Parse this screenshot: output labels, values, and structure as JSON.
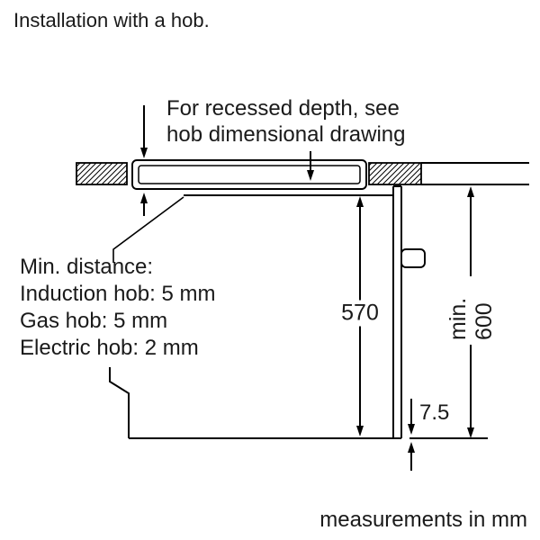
{
  "page": {
    "title": "Installation with a hob.",
    "footer": "measurements in mm"
  },
  "notes": {
    "recessed_line1": "For recessed depth, see",
    "recessed_line2": "hob dimensional drawing",
    "min_distance": {
      "heading": "Min. distance:",
      "items": [
        "Induction hob: 5 mm",
        "Gas hob: 5 mm",
        "Electric hob: 2 mm"
      ]
    }
  },
  "dimensions": {
    "cavity_height_mm": "570",
    "niche_height_mm": "min. 600",
    "bottom_clearance_mm": "7.5"
  },
  "colors": {
    "line": "#000000",
    "text": "#1a1a1a",
    "background": "#ffffff"
  }
}
